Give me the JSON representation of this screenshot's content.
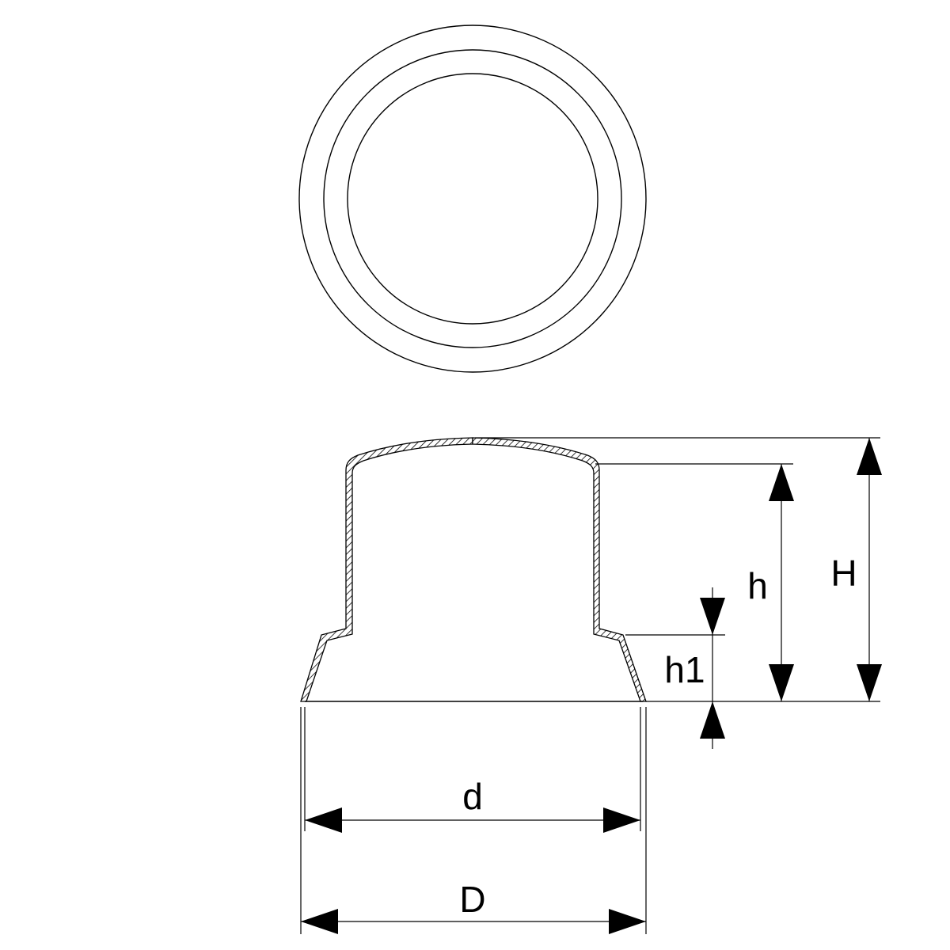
{
  "labels": {
    "H": "H",
    "h": "h",
    "h1": "h1",
    "d": "d",
    "D": "D"
  }
}
